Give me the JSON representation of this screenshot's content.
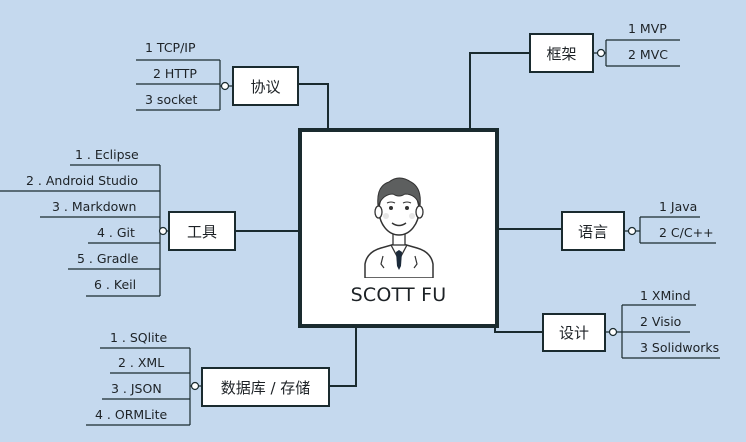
{
  "central": {
    "title": "SCOTT FU"
  },
  "topics": {
    "protocol": {
      "label": "协议",
      "items": [
        "1 TCP/IP",
        "2 HTTP",
        "3 socket"
      ]
    },
    "tools": {
      "label": "工具",
      "items": [
        "1 . Eclipse",
        "2 . Android Studio",
        "3 . Markdown",
        "4 . Git",
        "5 . Gradle",
        "6 . Keil"
      ]
    },
    "database": {
      "label": "数据库 / 存储",
      "items": [
        "1 . SQlite",
        "2 . XML",
        "3 . JSON",
        "4 . ORMLite"
      ]
    },
    "framework": {
      "label": "框架",
      "items": [
        "1 MVP",
        "2 MVC"
      ]
    },
    "language": {
      "label": "语言",
      "items": [
        "1 Java",
        "2 C/C++"
      ]
    },
    "design": {
      "label": "设计",
      "items": [
        "1 XMind",
        "2 Visio",
        "3 Solidworks"
      ]
    }
  },
  "colors": {
    "background": "#c5d9ee",
    "line": "#1a2b2f",
    "box": "#ffffff"
  }
}
